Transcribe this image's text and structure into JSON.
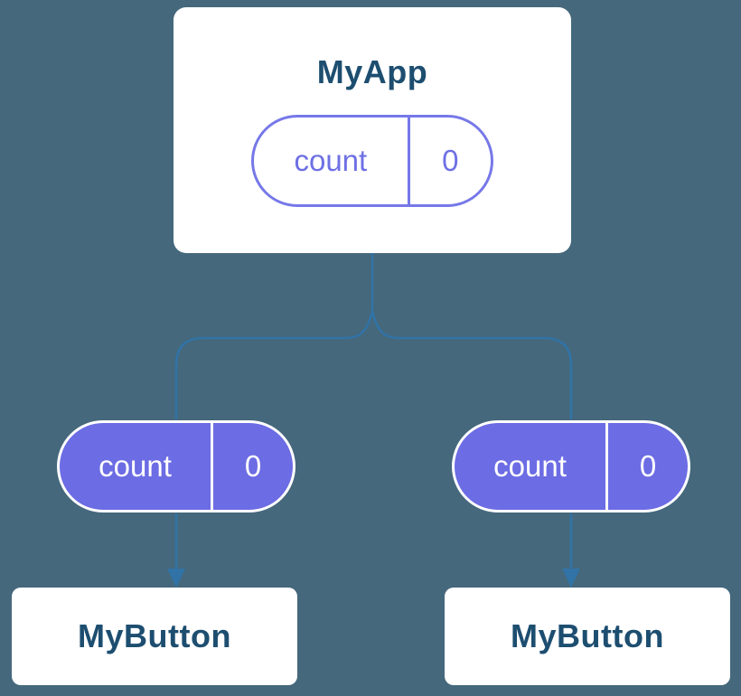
{
  "diagram": {
    "parent": {
      "title": "MyApp",
      "state": {
        "name": "count",
        "value": "0"
      }
    },
    "children": [
      {
        "title": "MyButton",
        "prop": {
          "name": "count",
          "value": "0"
        }
      },
      {
        "title": "MyButton",
        "prop": {
          "name": "count",
          "value": "0"
        }
      }
    ],
    "colors": {
      "background": "#45687c",
      "card_bg": "#ffffff",
      "title_text": "#1d4e70",
      "state_pill_border": "#7678e8",
      "state_pill_text": "#6e70e4",
      "prop_pill_bg": "#6c6ce4",
      "prop_pill_border": "#ffffff",
      "prop_pill_text": "#ffffff",
      "connector": "#3173a6"
    }
  }
}
